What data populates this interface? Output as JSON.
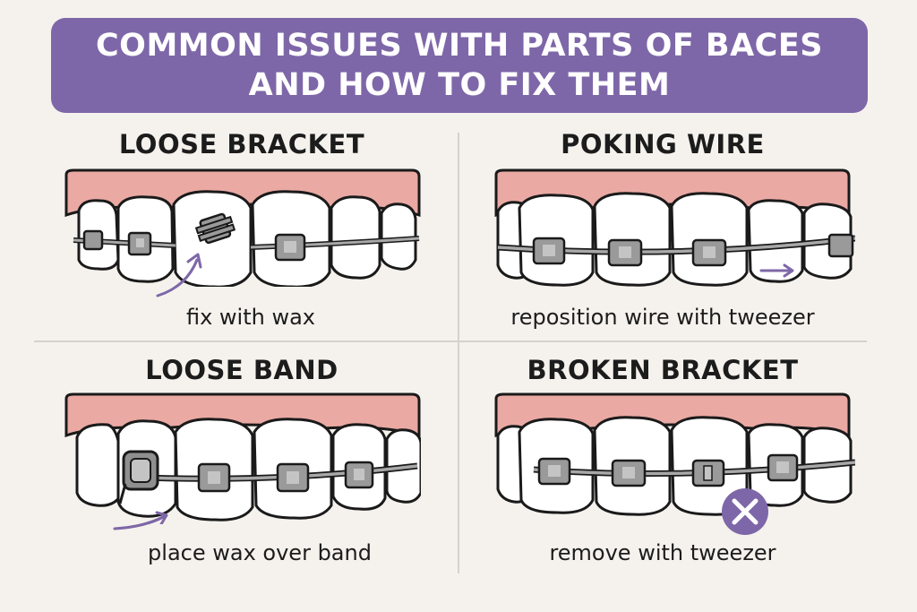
{
  "banner": {
    "line1": "COMMON ISSUES WITH PARTS OF BACES",
    "line2": "AND HOW TO FIX THEM"
  },
  "panels": [
    {
      "title": "LOOSE BRACKET",
      "caption": "fix with wax"
    },
    {
      "title": "POKING WIRE",
      "caption": "reposition wire with tweezer"
    },
    {
      "title": "LOOSE BAND",
      "caption": "place wax over band"
    },
    {
      "title": "BROKEN BRACKET",
      "caption": "remove with tweezer"
    }
  ],
  "colors": {
    "banner": "#7e67a8",
    "gum": "#eaa9a3",
    "tooth": "#ffffff",
    "outline": "#1a1a1a",
    "bracket": "#9a9a9a",
    "accent": "#7e67a8",
    "background": "#f5f2ed"
  }
}
